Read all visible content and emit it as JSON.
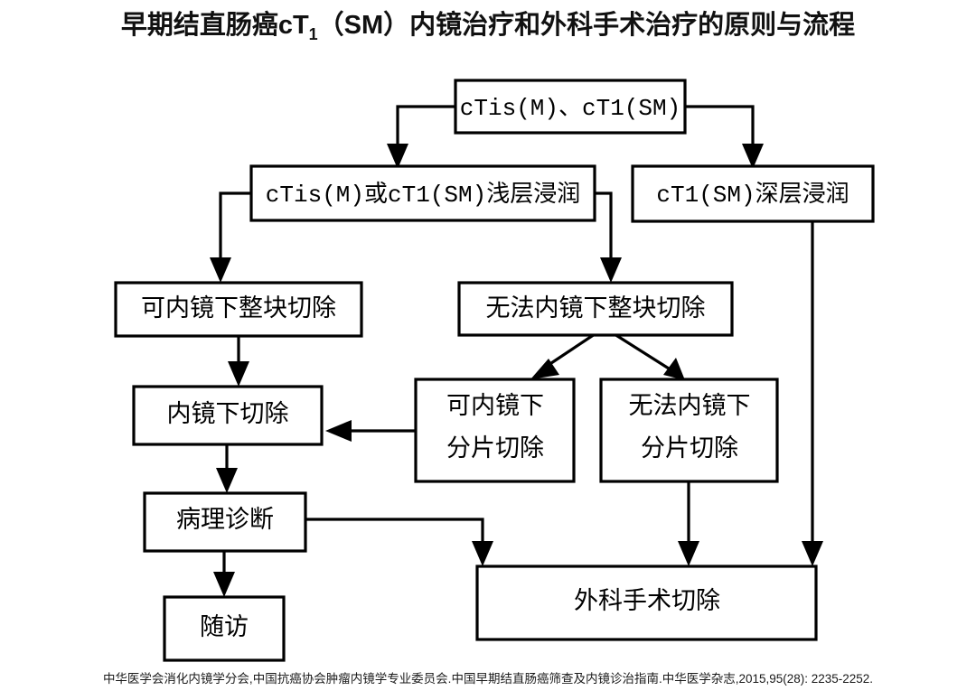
{
  "title": {
    "prefix": "早期结直肠癌cT",
    "subscript": "1",
    "suffix": "（SM）内镜治疗和外科手术治疗的原则与流程"
  },
  "citation": "中华医学会消化内镜学分会,中国抗癌协会肿瘤内镜学专业委员会.中国早期结直肠癌筛查及内镜诊治指南.中华医学杂志,2015,95(28): 2235-2252.",
  "colors": {
    "box_stroke": "#000000",
    "box_fill": "#ffffff",
    "line": "#000000",
    "text": "#000000",
    "background": "#ffffff"
  },
  "chart_data": {
    "type": "diagram",
    "title": "早期结直肠癌cT1（SM）内镜治疗和外科手术治疗的原则与流程",
    "nodes": [
      {
        "id": "n1",
        "label": "cTis(M)、cT1(SM)"
      },
      {
        "id": "n2",
        "label": "cTis(M)或cT1(SM)浅层浸润"
      },
      {
        "id": "n3",
        "label": "cT1(SM)深层浸润"
      },
      {
        "id": "n4",
        "label": "可内镜下整块切除"
      },
      {
        "id": "n5",
        "label": "无法内镜下整块切除"
      },
      {
        "id": "n6",
        "label": "内镜下切除"
      },
      {
        "id": "n7",
        "line1": "可内镜下",
        "line2": "分片切除"
      },
      {
        "id": "n8",
        "line1": "无法内镜下",
        "line2": "分片切除"
      },
      {
        "id": "n9",
        "label": "病理诊断"
      },
      {
        "id": "n10",
        "label": "随访"
      },
      {
        "id": "n11",
        "label": "外科手术切除"
      }
    ],
    "edges": [
      {
        "from": "n1",
        "to": "n2"
      },
      {
        "from": "n1",
        "to": "n3"
      },
      {
        "from": "n2",
        "to": "n4"
      },
      {
        "from": "n2",
        "to": "n5"
      },
      {
        "from": "n3",
        "to": "n11"
      },
      {
        "from": "n4",
        "to": "n6"
      },
      {
        "from": "n5",
        "to": "n7"
      },
      {
        "from": "n5",
        "to": "n8"
      },
      {
        "from": "n7",
        "to": "n6"
      },
      {
        "from": "n8",
        "to": "n11"
      },
      {
        "from": "n6",
        "to": "n9"
      },
      {
        "from": "n9",
        "to": "n10"
      },
      {
        "from": "n9",
        "to": "n11"
      }
    ]
  },
  "nodes": {
    "n1": {
      "label": "cTis(M)、cT1(SM)"
    },
    "n2": {
      "label": "cTis(M)或cT1(SM)浅层浸润"
    },
    "n3": {
      "label": "cT1(SM)深层浸润"
    },
    "n4": {
      "label": "可内镜下整块切除"
    },
    "n5": {
      "label": "无法内镜下整块切除"
    },
    "n6": {
      "label": "内镜下切除"
    },
    "n7": {
      "line1": "可内镜下",
      "line2": "分片切除"
    },
    "n8": {
      "line1": "无法内镜下",
      "line2": "分片切除"
    },
    "n9": {
      "label": "病理诊断"
    },
    "n10": {
      "label": "随访"
    },
    "n11": {
      "label": "外科手术切除"
    }
  }
}
